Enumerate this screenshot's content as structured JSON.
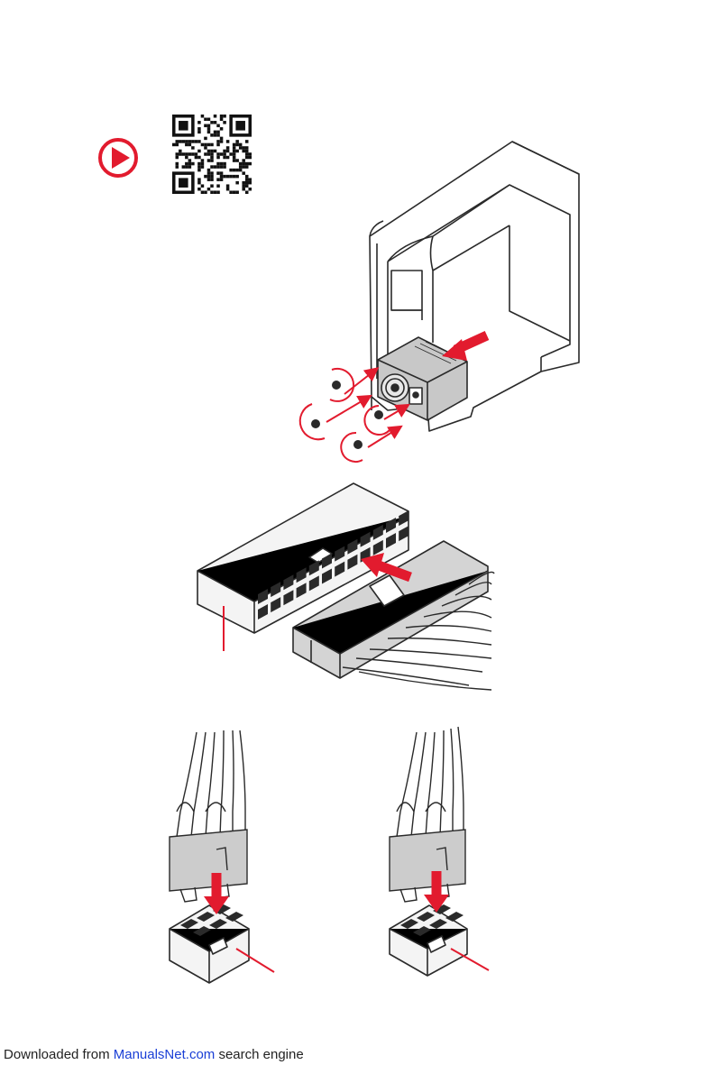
{
  "colors": {
    "accent_red": "#e21b2e",
    "line": "#2a2a2a",
    "connector_fill": "#f2f2f2",
    "pin_fill": "#2a2a2a",
    "psu_fill": "#c8c8c8",
    "link_blue": "#1a3fd6"
  },
  "icons": {
    "video": "play-icon",
    "qr": "qr-code-icon"
  },
  "footer": {
    "prefix": "Downloaded from ",
    "link_text": "ManualsNet.com",
    "suffix": " search engine"
  }
}
